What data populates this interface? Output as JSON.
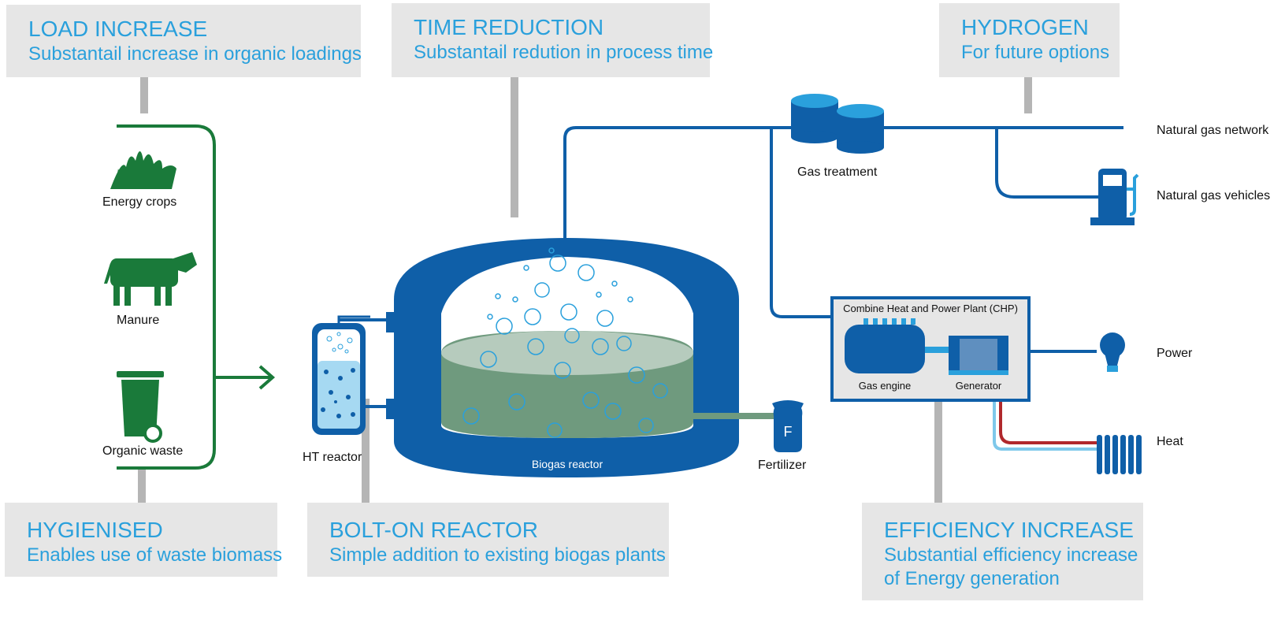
{
  "callouts": {
    "load": {
      "title": "LOAD INCREASE",
      "sub": "Substantail increase in organic loadings"
    },
    "time": {
      "title": "TIME REDUCTION",
      "sub": "Substantail redution in process time"
    },
    "hydrogen": {
      "title": "HYDROGEN",
      "sub": "For future options"
    },
    "hygiene": {
      "title": "HYGIENISED",
      "sub": "Enables use of waste biomass"
    },
    "bolt": {
      "title": "BOLT-ON REACTOR",
      "sub": "Simple addition to existing biogas plants"
    },
    "eff": {
      "title": "EFFICIENCY INCREASE",
      "sub1": "Substantial efficiency increase",
      "sub2": "of Energy generation"
    }
  },
  "labels": {
    "energy_crops": "Energy crops",
    "manure": "Manure",
    "organic_waste": "Organic waste",
    "ht_reactor": "HT reactor",
    "biogas_reactor": "Biogas reactor",
    "fertilizer": "Fertilizer",
    "fertilizer_letter": "F",
    "gas_treatment": "Gas treatment",
    "gas_network": "Natural gas network",
    "gas_vehicles": "Natural gas vehicles",
    "chp": "Combine Heat and Power Plant (CHP)",
    "gas_engine": "Gas engine",
    "generator": "Generator",
    "power": "Power",
    "heat": "Heat"
  },
  "colors": {
    "primary_blue": "#0f5fa8",
    "callout_text": "#2aa0dc",
    "callout_bg": "#e6e6e6",
    "green": "#1a7a3a",
    "liquid": "#6f9a7e",
    "heat_red": "#b0282c",
    "cold_blue": "#7ec8ea"
  },
  "icons": [
    "grass-icon",
    "cow-icon",
    "bin-icon",
    "gas-tank-icon",
    "fuel-pump-icon",
    "bulb-icon",
    "radiator-icon"
  ]
}
